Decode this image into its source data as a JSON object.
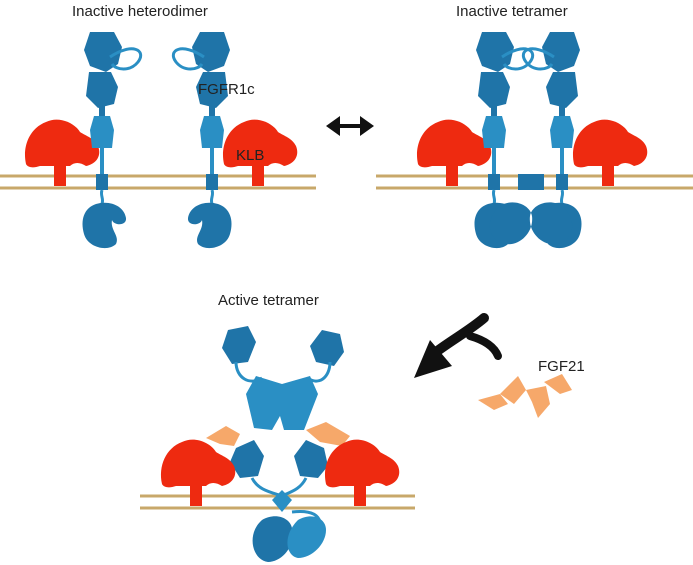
{
  "panels": {
    "inactive_heterodimer": {
      "title": "Inactive heterodimer"
    },
    "inactive_tetramer": {
      "title": "Inactive tetramer"
    },
    "active_tetramer": {
      "title": "Active tetramer"
    }
  },
  "labels": {
    "receptor": "FGFR1c",
    "coreceptor": "KLB",
    "ligand": "FGF21"
  },
  "colors": {
    "receptor_dark": "#1f74a8",
    "receptor_light": "#2a8fc4",
    "coreceptor": "#ee2a10",
    "ligand": "#f6a86a",
    "membrane": "#c8a86a",
    "arrow": "#111111"
  },
  "icons": {
    "equilibrium": "double-headed-arrow-icon",
    "binding": "curved-arrow-icon"
  }
}
